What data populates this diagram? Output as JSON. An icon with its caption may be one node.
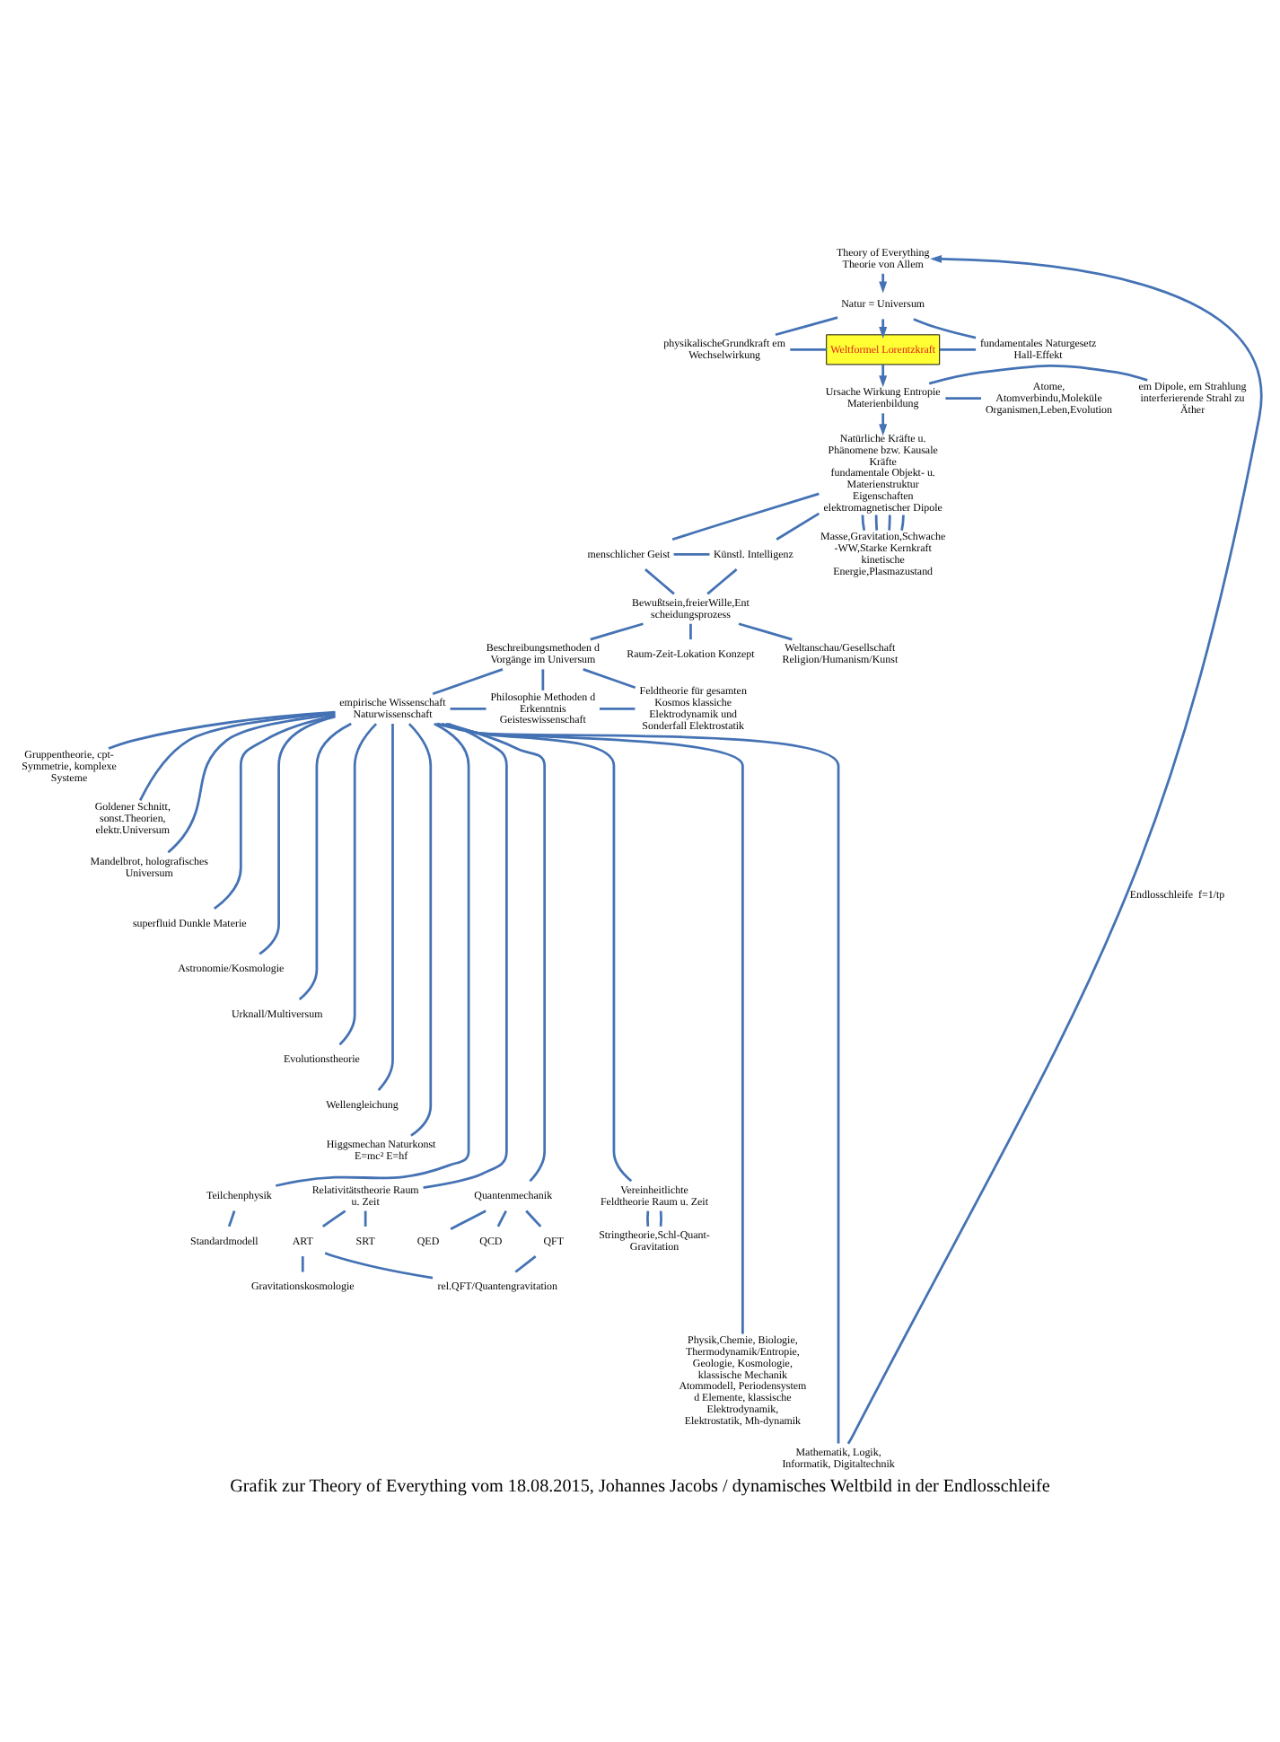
{
  "diagram": {
    "caption": "Grafik zur Theory of Everything vom 18.08.2015, Johannes Jacobs / dynamisches Weltbild in der Endlosschleife",
    "nodes": [
      {
        "text": [
          "Theory of Everything Theorie von Allem"
        ]
      },
      {
        "text": [
          "Natur = Universum"
        ]
      },
      {
        "text": [
          "physikalischeGrundkraft em Wechselwirkung"
        ]
      },
      {
        "text": [
          "Weltformel Lorentzkraft"
        ]
      },
      {
        "text": [
          "fundamentales Naturgesetz Hall-Effekt"
        ]
      },
      {
        "text": [
          "Ursache Wirkung Entropie Materienbildung"
        ]
      },
      {
        "text": [
          "em Dipole, em Strahlung interferierende Strahl zu Äther"
        ]
      },
      {
        "text": [
          "Atome, Atomverbindu,Moleküle Organismen,Leben,Evolution"
        ]
      },
      {
        "text": [
          "Natürliche Kräfte u. Phänomene bzw. Kausale Kräfte",
          "fundamentale Objekt- u. Materienstruktur Eigenschaften elektromagnetischer Dipole"
        ]
      },
      {
        "text": [
          "menschlicher Geist"
        ]
      },
      {
        "text": [
          "Künstl. Intelligenz"
        ]
      },
      {
        "text": [
          "Masse,Gravitation,Schwache-WW,Starke Kernkraft kinetische Energie,Plasmazustand"
        ]
      },
      {
        "text": [
          "Bewußtsein,freierWille,Entscheidungsprozess"
        ]
      },
      {
        "text": [
          "Beschreibungsmethoden d Vorgänge im Universum"
        ]
      },
      {
        "text": [
          "Raum-Zeit-Lokation Konzept"
        ]
      },
      {
        "text": [
          "Weltanschau/Gesellschaft Religion/Humanism/Kunst"
        ]
      },
      {
        "text": [
          "empirische Wissenschaft Naturwissenschaft"
        ]
      },
      {
        "text": [
          "Philosophie Methoden d Erkenntnis Geisteswissenschaft"
        ]
      },
      {
        "text": [
          "Feldtheorie für gesamten Kosmos klassiche Elektrodynamik und Sonderfall Elektrostatik"
        ]
      },
      {
        "text": [
          "Gruppentheorie, cpt-Symmetrie, komplexe Systeme"
        ]
      },
      {
        "text": [
          "Goldener Schnitt, sonst.Theorien, elektr.Universum"
        ]
      },
      {
        "text": [
          "Mandelbrot, holografisches Universum"
        ]
      },
      {
        "text": [
          "superfluid Dunkle Materie"
        ]
      },
      {
        "text": [
          "Astronomie/Kosmologie"
        ]
      },
      {
        "text": [
          "Urknall/Multiversum"
        ]
      },
      {
        "text": [
          "Evolutionstheorie"
        ]
      },
      {
        "text": [
          "Wellengleichung"
        ]
      },
      {
        "text": [
          "Higgsmechan Naturkonst E=mc² E=hf"
        ]
      },
      {
        "text": [
          "Teilchenphysik"
        ]
      },
      {
        "text": [
          "Relativitätstheorie Raum u. Zeit"
        ]
      },
      {
        "text": [
          "Quantenmechanik"
        ]
      },
      {
        "text": [
          "Vereinheitlichte Feldtheorie Raum u. Zeit"
        ]
      },
      {
        "text": [
          "Standardmodell"
        ]
      },
      {
        "text": [
          "ART"
        ]
      },
      {
        "text": [
          "SRT"
        ]
      },
      {
        "text": [
          "QED"
        ]
      },
      {
        "text": [
          "QCD"
        ]
      },
      {
        "text": [
          "QFT"
        ]
      },
      {
        "text": [
          "Stringtheorie,Schl-Quant-Gravitation"
        ]
      },
      {
        "text": [
          "Gravitationskosmologie"
        ]
      },
      {
        "text": [
          "rel.QFT/Quantengravitation"
        ]
      },
      {
        "text": [
          "Physik,Chemie, Biologie, Thermodynamik/Entropie, Geologie, Kosmologie, klassische Mechanik Atommodell, Periodensystem d Elemente, klassische Elektrodynamik, Elektrostatik, Mh-dynamik"
        ]
      },
      {
        "text": [
          "Mathematik, Logik, Informatik, Digitaltechnik"
        ]
      }
    ],
    "edges": [
      {
        "from": 0,
        "to": 1,
        "arrow": "to"
      },
      {
        "from": 1,
        "to": 3,
        "arrow": "to"
      },
      {
        "from": 1,
        "to": 2,
        "arrow": "none"
      },
      {
        "from": 1,
        "to": 4,
        "arrow": "none"
      },
      {
        "from": 2,
        "to": 3,
        "arrow": "none"
      },
      {
        "from": 3,
        "to": 4,
        "arrow": "none"
      },
      {
        "from": 3,
        "to": 5,
        "arrow": "to"
      },
      {
        "from": 5,
        "to": 6,
        "arrow": "none"
      },
      {
        "from": 5,
        "to": 7,
        "arrow": "none"
      },
      {
        "from": 5,
        "to": 8,
        "arrow": "to"
      },
      {
        "from": 8,
        "to": 11,
        "arrow": "none"
      },
      {
        "from": 8,
        "to": 11,
        "arrow": "none"
      },
      {
        "from": 8,
        "to": 11,
        "arrow": "none"
      },
      {
        "from": 8,
        "to": 11,
        "arrow": "none"
      },
      {
        "from": 8,
        "to": 9,
        "arrow": "none"
      },
      {
        "from": 8,
        "to": 10,
        "arrow": "none"
      },
      {
        "from": 9,
        "to": 10,
        "arrow": "none"
      },
      {
        "from": 9,
        "to": 12,
        "arrow": "none"
      },
      {
        "from": 10,
        "to": 12,
        "arrow": "none"
      },
      {
        "from": 12,
        "to": 13,
        "arrow": "none"
      },
      {
        "from": 12,
        "to": 14,
        "arrow": "none"
      },
      {
        "from": 12,
        "to": 15,
        "arrow": "none"
      },
      {
        "from": 13,
        "to": 16,
        "arrow": "none"
      },
      {
        "from": 13,
        "to": 17,
        "arrow": "none"
      },
      {
        "from": 13,
        "to": 18,
        "arrow": "none"
      },
      {
        "from": 16,
        "to": 17,
        "arrow": "none"
      },
      {
        "from": 17,
        "to": 18,
        "arrow": "none"
      },
      {
        "from": 16,
        "to": 19,
        "arrow": "none"
      },
      {
        "from": 16,
        "to": 20,
        "arrow": "none"
      },
      {
        "from": 16,
        "to": 21,
        "arrow": "none"
      },
      {
        "from": 16,
        "to": 22,
        "arrow": "none"
      },
      {
        "from": 16,
        "to": 23,
        "arrow": "none"
      },
      {
        "from": 16,
        "to": 24,
        "arrow": "none"
      },
      {
        "from": 16,
        "to": 25,
        "arrow": "none"
      },
      {
        "from": 16,
        "to": 26,
        "arrow": "none"
      },
      {
        "from": 16,
        "to": 27,
        "arrow": "none"
      },
      {
        "from": 16,
        "to": 28,
        "arrow": "none"
      },
      {
        "from": 16,
        "to": 29,
        "arrow": "none"
      },
      {
        "from": 16,
        "to": 30,
        "arrow": "none"
      },
      {
        "from": 16,
        "to": 31,
        "arrow": "none"
      },
      {
        "from": 16,
        "to": 41,
        "arrow": "none"
      },
      {
        "from": 16,
        "to": 42,
        "arrow": "none"
      },
      {
        "from": 28,
        "to": 32,
        "arrow": "none"
      },
      {
        "from": 29,
        "to": 33,
        "arrow": "none"
      },
      {
        "from": 29,
        "to": 34,
        "arrow": "none"
      },
      {
        "from": 30,
        "to": 35,
        "arrow": "none"
      },
      {
        "from": 30,
        "to": 36,
        "arrow": "none"
      },
      {
        "from": 30,
        "to": 37,
        "arrow": "none"
      },
      {
        "from": 31,
        "to": 38,
        "arrow": "none"
      },
      {
        "from": 31,
        "to": 38,
        "arrow": "none"
      },
      {
        "from": 33,
        "to": 39,
        "arrow": "none"
      },
      {
        "from": 33,
        "to": 40,
        "arrow": "none"
      },
      {
        "from": 37,
        "to": 40,
        "arrow": "none"
      },
      {
        "from": 42,
        "to": 0,
        "arrow": "to",
        "label": "Endlosschleife  f=1/tp"
      }
    ]
  }
}
